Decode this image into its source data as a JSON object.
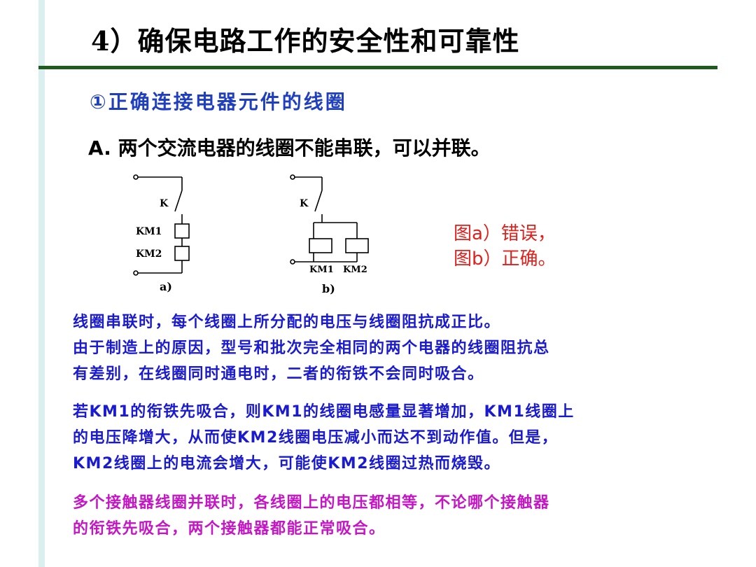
{
  "slide": {
    "title": "4）确保电路工作的安全性和可靠性",
    "subtitle": "①正确连接电器元件的线圈",
    "rule_a": "A. 两个交流电器的线圈不能串联，可以并联。"
  },
  "diagram": {
    "a": {
      "switch_label": "K",
      "coil1_label": "KM1",
      "coil2_label": "KM2",
      "caption": "a)"
    },
    "b": {
      "switch_label": "K",
      "coil1_label": "KM1",
      "coil2_label": "KM2",
      "caption": "b)"
    }
  },
  "verdict": {
    "line1": "图a）错误，",
    "line2": "图b）正确。",
    "color": "#e0201c"
  },
  "paragraphs": {
    "p1": [
      "线圈串联时，每个线圈上所分配的电压与线圈阻抗成正比。",
      "由于制造上的原因，型号和批次完全相同的两个电器的线圈阻抗总",
      "有差别，在线圈同时通电时，二者的衔铁不会同时吸合。"
    ],
    "p2": [
      "若KM1的衔铁先吸合，则KM1的线圈电感量显著增加，KM1线圈上",
      "的电压降增大，从而使KM2线圈电压减小而达不到动作值。但是，",
      "KM2线圈上的电流会增大，可能使KM2线圈过热而烧毁。"
    ],
    "p3": [
      "多个接触器线圈并联时，各线圈上的电压都相等，不论哪个接触器",
      "的衔铁先吸合，两个接触器都能正常吸合。"
    ]
  },
  "colors": {
    "title_rule": "#1f5b20",
    "subtitle": "#1f3fbf",
    "body_blue": "#1a1ad0",
    "body_magenta": "#c516c5"
  }
}
